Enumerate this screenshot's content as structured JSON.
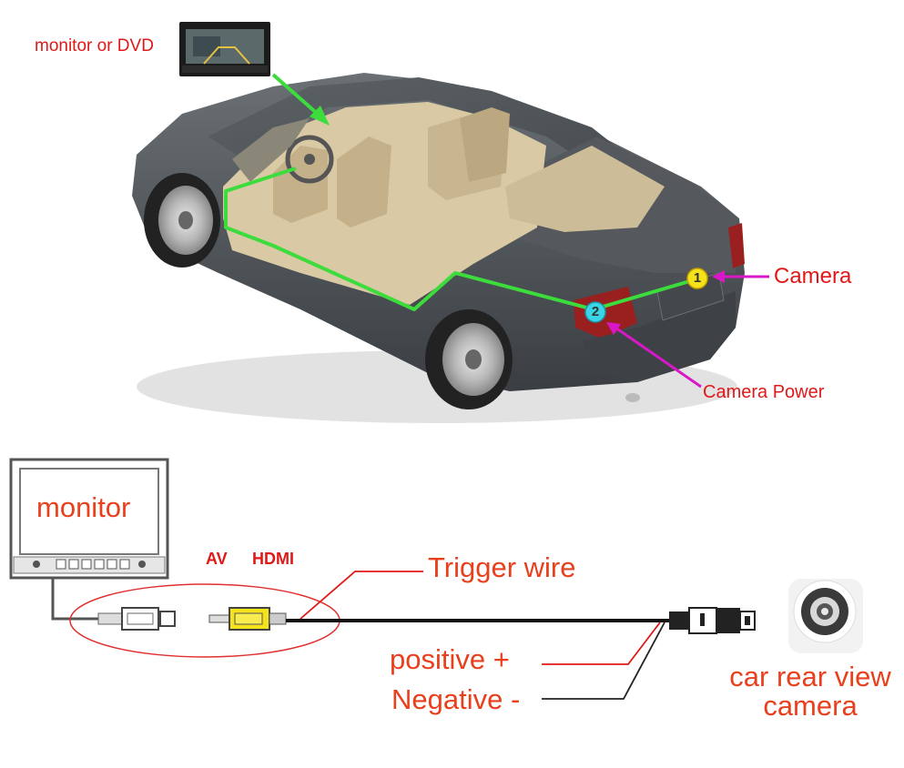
{
  "labels": {
    "monitor_or_dvd": "monitor or DVD",
    "camera": "Camera",
    "camera_power": "Camera Power",
    "monitor": "monitor",
    "av": "AV",
    "hdmi": "HDMI",
    "trigger_wire": "Trigger wire",
    "positive": "positive +",
    "negative": "Negative -",
    "car_rear_view_camera": "car rear view camera"
  },
  "markers": {
    "one": "1",
    "two": "2"
  },
  "colors": {
    "label_red": "#e01818",
    "label_orange": "#e8401c",
    "wire_green": "#3cdc3c",
    "pointer_magenta": "#d818c8",
    "marker_yellow": "#f4e21a",
    "marker_cyan": "#39d4e6",
    "car_body": "#4e5458",
    "interior_beige": "#d8c8a4"
  },
  "icons": [
    "monitor-icon",
    "rca-plug-icon",
    "camera-icon",
    "connector-icon"
  ]
}
